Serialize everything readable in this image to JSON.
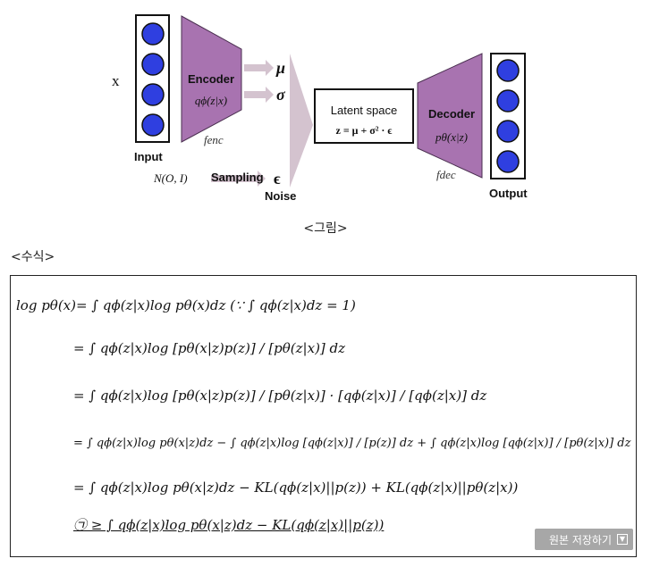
{
  "diagram": {
    "x_label": "x",
    "input_label": "Input",
    "encoder_title": "Encoder",
    "encoder_formula": "qϕ(z|x)",
    "f_enc": "fenc",
    "mu": "μ",
    "sigma": "σ",
    "epsilon": "ϵ",
    "normal_dist": "N(O, I)",
    "sampling_label": "Sampling",
    "noise_label": "Noise",
    "latent_title": "Latent space",
    "latent_formula": "z = μ + σ² · ϵ",
    "decoder_title": "Decoder",
    "decoder_formula": "pθ(x|z)",
    "f_dec": "fdec",
    "output_label": "Output",
    "colors": {
      "node": "#2f3fe0",
      "block": "#a873b0",
      "arrow": "#d4c3cf"
    }
  },
  "caption": "<그림>",
  "section_label": "<수식>",
  "equations": [
    "log pθ(x)= ∫ qϕ(z|x)log pθ(x)dz (∵ ∫ qϕ(z|x)dz = 1)",
    "= ∫ qϕ(z|x)log [pθ(x|z)p(z)] / [pθ(z|x)] dz",
    "= ∫ qϕ(z|x)log [pθ(x|z)p(z)] / [pθ(z|x)] · [qϕ(z|x)] / [qϕ(z|x)] dz",
    "= ∫ qϕ(z|x)log pθ(x|z)dz − ∫ qϕ(z|x)log [qϕ(z|x)] / [p(z)] dz + ∫ qϕ(z|x)log [qϕ(z|x)] / [pθ(z|x)] dz",
    "= ∫ qϕ(z|x)log pθ(x|z)dz − KL(qϕ(z|x)||p(z)) + KL(qϕ(z|x)||pθ(z|x))",
    "㉠ ≥ ∫ qϕ(z|x)log pθ(x|z)dz − KL(qϕ(z|x)||p(z))"
  ],
  "save_button": "원본 저장하기"
}
